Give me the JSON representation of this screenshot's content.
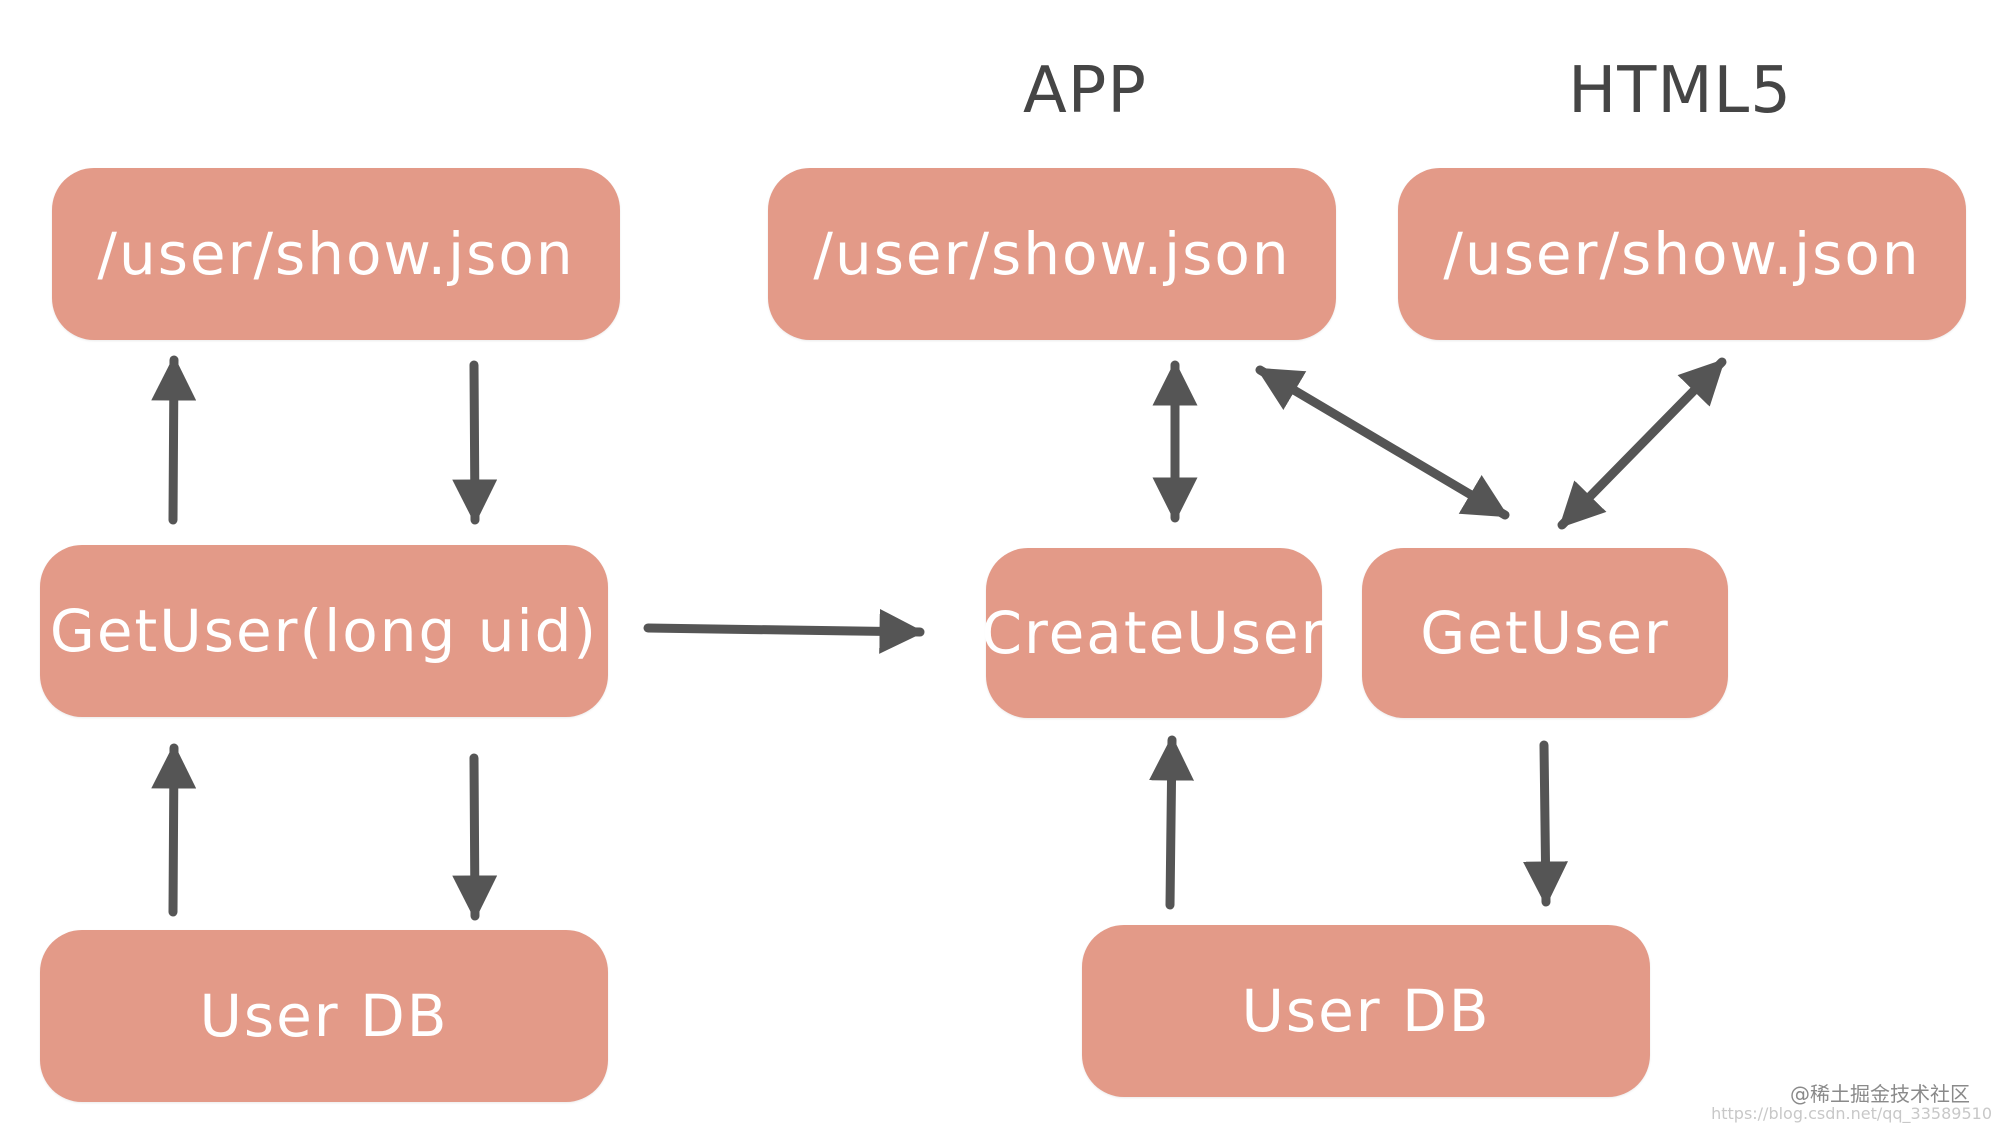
{
  "headers": {
    "app": "APP",
    "html5": "HTML5"
  },
  "left": {
    "endpoint": "/user/show.json",
    "service": "GetUser(long uid)",
    "db": "User DB"
  },
  "right": {
    "endpoint_app": "/user/show.json",
    "endpoint_html5": "/user/show.json",
    "create_user": "CreateUser",
    "get_user": "GetUser",
    "db": "User DB"
  },
  "watermark": {
    "community": "@稀土掘金技术社区",
    "url": "https://blog.csdn.net/qq_33589510"
  },
  "colors": {
    "box": "#e39a88",
    "box_text": "#ffffff",
    "arrow": "#555555",
    "label": "#454545"
  }
}
